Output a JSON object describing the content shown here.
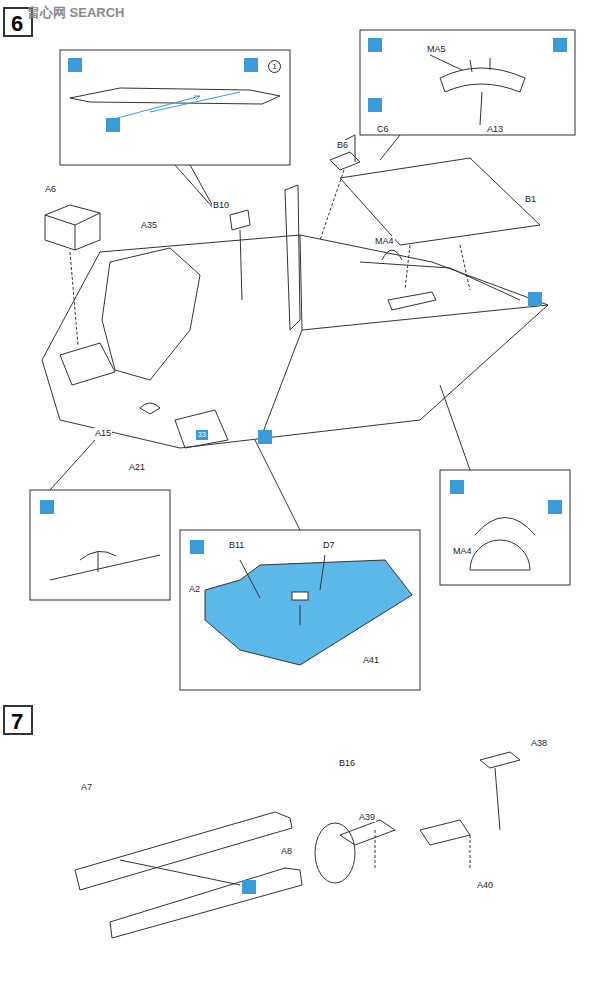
{
  "diagram": {
    "labels": [
      "畠心网 SEARCH",
      "6",
      "1",
      "MA5",
      "A13",
      "C6",
      "B6",
      "B1",
      "A6",
      "A35",
      "B10",
      "MA4",
      "A15",
      "A21",
      "33",
      "B11",
      "D7",
      "A2",
      "A41",
      "MA4",
      "7",
      "A7",
      "A8",
      "B16",
      "A39",
      "A38",
      "A40"
    ]
  }
}
